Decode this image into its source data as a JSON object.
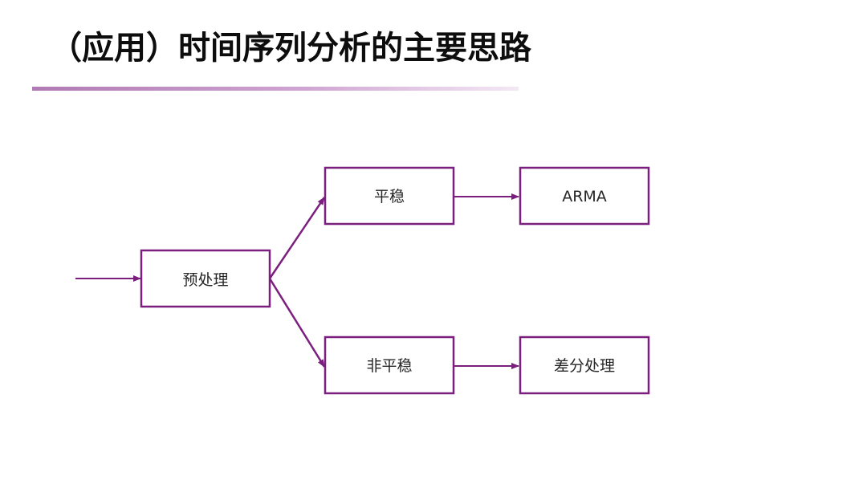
{
  "slide": {
    "title": "（应用）时间序列分析的主要思路"
  },
  "colors": {
    "accent": "#7b1f7e",
    "underline_start": "#b07ab4",
    "text": "#262626"
  },
  "diagram": {
    "nodes": {
      "preprocess": "预处理",
      "stationary": "平稳",
      "nonstationary": "非平稳",
      "arma": "ARMA",
      "differencing": "差分处理"
    }
  }
}
